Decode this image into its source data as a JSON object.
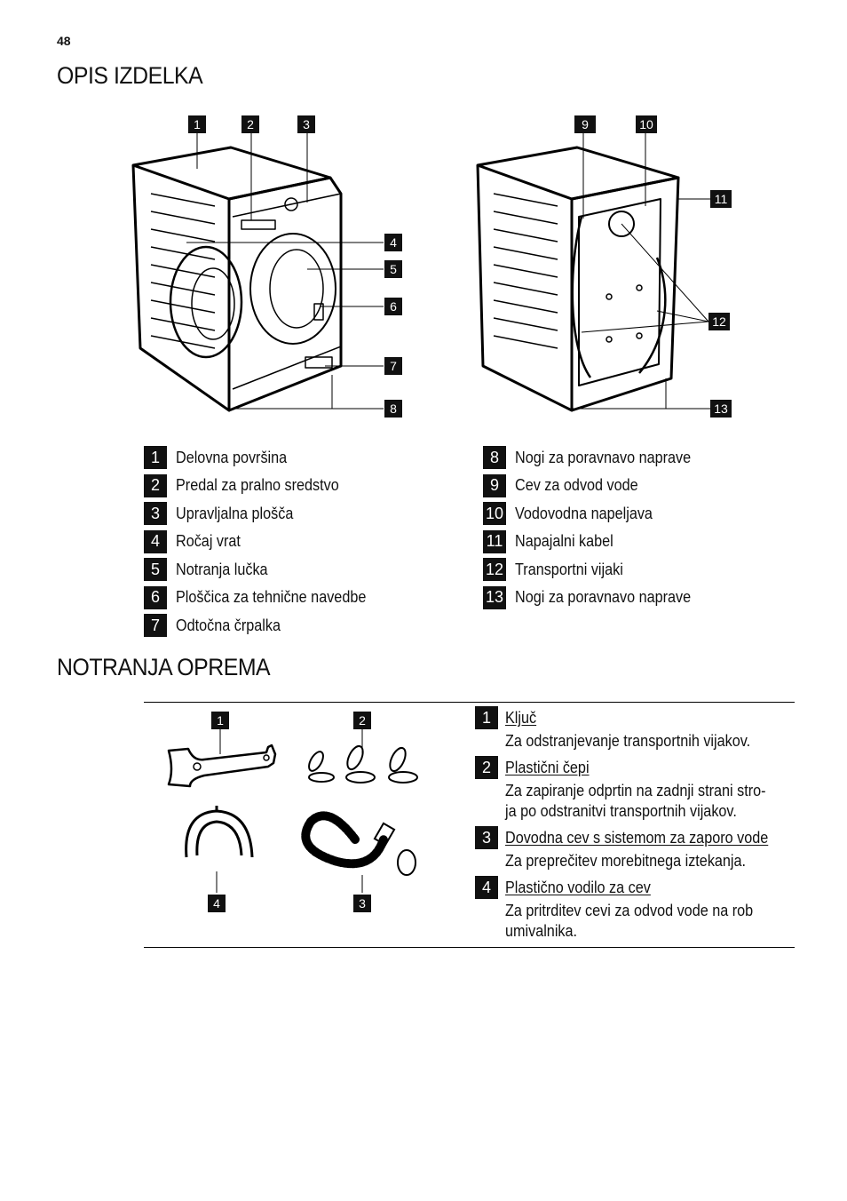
{
  "page": {
    "number": "48"
  },
  "section_product": {
    "title": "OPIS IZDELKA",
    "front_callouts": [
      "1",
      "2",
      "3",
      "4",
      "5",
      "6",
      "7",
      "8"
    ],
    "back_callouts": [
      "9",
      "10",
      "11",
      "12",
      "13"
    ],
    "legend_left": [
      {
        "num": "1",
        "label": "Delovna površina"
      },
      {
        "num": "2",
        "label": "Predal za pralno sredstvo"
      },
      {
        "num": "3",
        "label": "Upravljalna plošča"
      },
      {
        "num": "4",
        "label": "Ročaj vrat"
      },
      {
        "num": "5",
        "label": "Notranja lučka"
      },
      {
        "num": "6",
        "label": "Ploščica za tehnične navedbe"
      },
      {
        "num": "7",
        "label": "Odtočna črpalka"
      }
    ],
    "legend_right": [
      {
        "num": "8",
        "label": "Nogi za poravnavo naprave"
      },
      {
        "num": "9",
        "label": "Cev za odvod vode"
      },
      {
        "num": "10",
        "label": "Vodovodna napeljava"
      },
      {
        "num": "11",
        "label": "Napajalni kabel"
      },
      {
        "num": "12",
        "label": "Transportni vijaki"
      },
      {
        "num": "13",
        "label": "Nogi za poravnavo naprave"
      }
    ]
  },
  "section_accessories": {
    "title": "NOTRANJA OPREMA",
    "figure_callouts": [
      "1",
      "2",
      "4",
      "3"
    ],
    "items": [
      {
        "num": "1",
        "title": "Ključ",
        "desc": [
          "Za odstranjevanje transportnih vijakov."
        ]
      },
      {
        "num": "2",
        "title": "Plastični čepi",
        "desc": [
          "Za zapiranje odprtin na zadnji strani stro-",
          "ja po odstranitvi transportnih vijakov."
        ]
      },
      {
        "num": "3",
        "title": "Dovodna cev s sistemom za zaporo vode",
        "desc": [
          "Za preprečitev morebitnega iztekanja."
        ]
      },
      {
        "num": "4",
        "title": "Plastično vodilo za cev",
        "desc": [
          "Za pritrditev cevi za odvod vode na rob",
          "umivalnika."
        ]
      }
    ]
  }
}
